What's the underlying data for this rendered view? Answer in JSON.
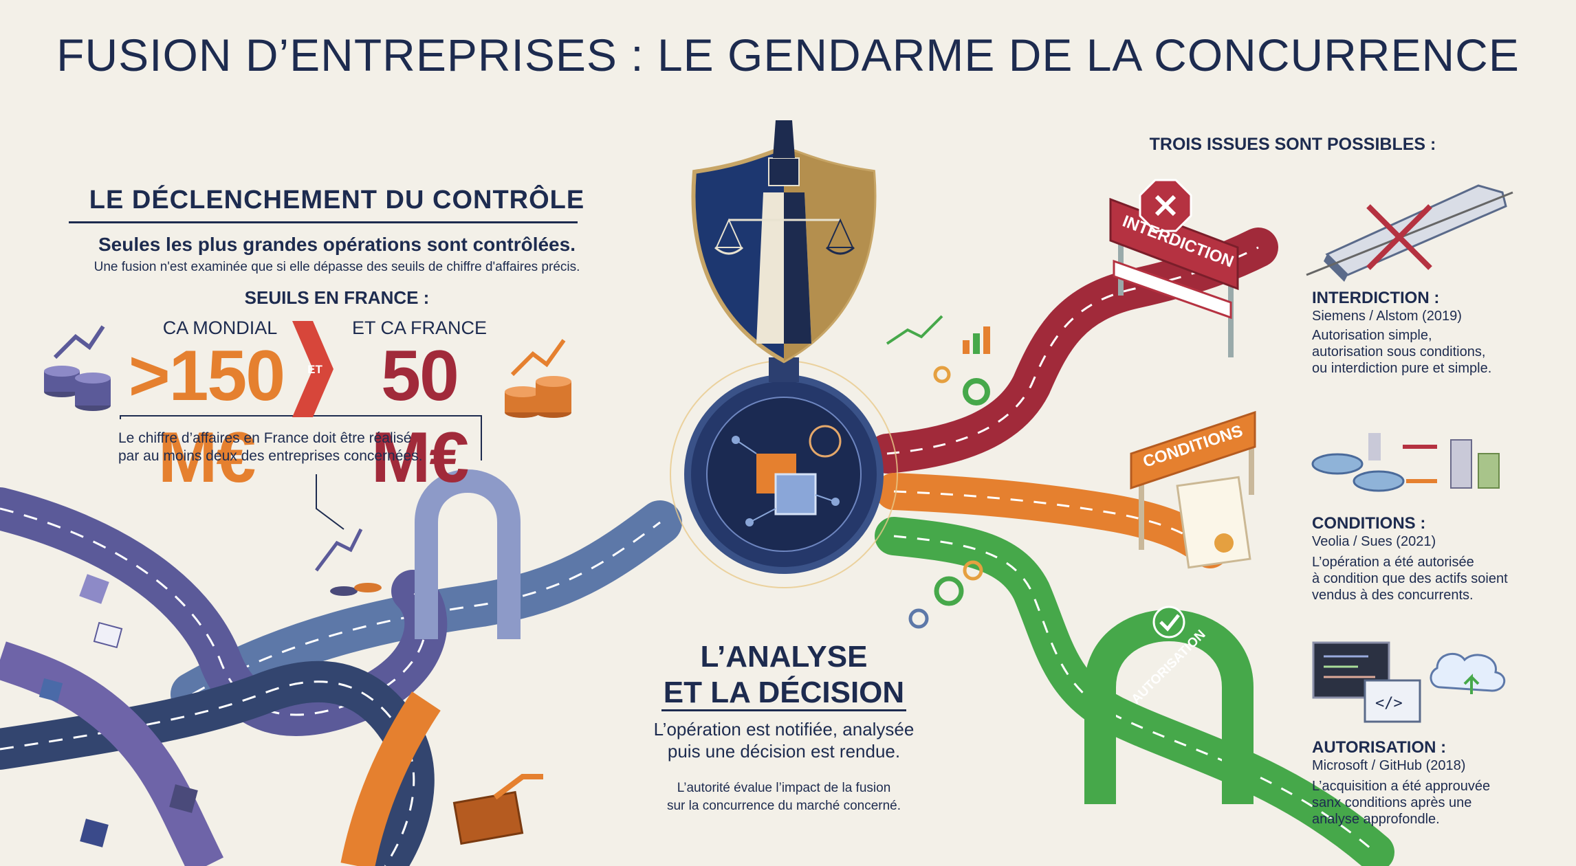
{
  "title": "FUSION D’ENTREPRISES : LE GENDARME DE LA CONCURRENCE",
  "left": {
    "heading": "LE DÉCLENCHEMENT DU CONTRÔLE",
    "lead": "Seules les plus grandes opérations sont contrôlées.",
    "sub": "Une fusion n'est examinée que si elle dépasse des seuils de chiffre d'affaires précis.",
    "thresholds_heading": "SEUILS EN FRANCE :",
    "ca_mondial_label": "CA MONDIAL",
    "ca_mondial_value": ">150 M€",
    "et_label": "ET",
    "ca_france_label": "ET CA FRANCE",
    "ca_france_value": "50 M€",
    "note_line1": "Le chiffre d’affaires en France doit être réalisé",
    "note_line2": "par au moins deux des entreprises concernées."
  },
  "center": {
    "title_line1": "L’ANALYSE",
    "title_line2": "ET LA DÉCISION",
    "desc_line1": "L’opération est notifiée, analysée",
    "desc_line2": "puis une décision est rendue.",
    "note_line1": "L’autorité évalue l’impact de la fusion",
    "note_line2": "sur la concurrence du marché concerné."
  },
  "right": {
    "heading": "TROIS ISSUES SONT POSSIBLES :",
    "interdiction": {
      "banner": "INTERDICTION",
      "title": "INTERDICTION :",
      "case": "Siemens / Alstom (2019)",
      "text_line1": "Autorisation simple,",
      "text_line2": "autorisation sous conditions,",
      "text_line3": "ou interdiction pure et simple."
    },
    "conditions": {
      "banner": "CONDITIONS",
      "title": "CONDITIONS :",
      "case": "Veolia / Sues (2021)",
      "text_line1": "L’opération a été autorisée",
      "text_line2": "à condition que des actifs soient",
      "text_line3": "vendus à des concurrents."
    },
    "autorisation": {
      "banner": "AUTORISATION",
      "title": "AUTORISATION :",
      "case": "Microsoft / GitHub (2018)",
      "text_line1": "L’acquisition a été approuvée",
      "text_line2": "sanx conditions après une",
      "text_line3": "analyse approfondle."
    }
  },
  "colors": {
    "navy": "#1d2b4f",
    "gold": "#b48f4e",
    "red": "#a12a3a",
    "orange": "#e5802f",
    "green": "#46a84a",
    "blue_road": "#5d78a8",
    "purple_road": "#5b5a99"
  },
  "icons": [
    "lighthouse-shield-icon",
    "scales-icon",
    "brain-icon",
    "gear-icon",
    "coins-icon",
    "train-icon",
    "stop-sign-icon",
    "check-icon",
    "cloud-icon",
    "code-icon"
  ]
}
